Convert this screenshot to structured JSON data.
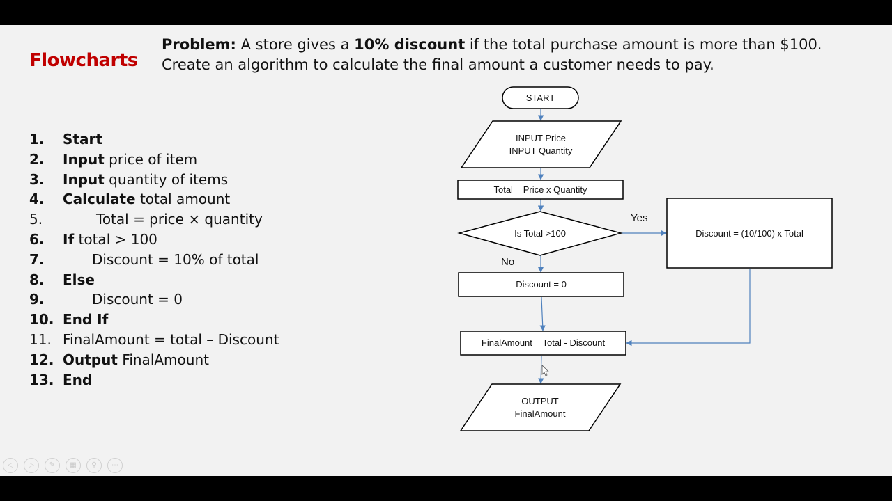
{
  "slide": {
    "title": "Flowcharts",
    "problem": {
      "label": "Problem:",
      "text_a": " A store gives a ",
      "highlight": "10% discount",
      "text_b": " if the total purchase amount is more than $100.",
      "line2": "Create an algorithm to calculate the final amount a customer needs to pay."
    },
    "steps": [
      {
        "num": "1.",
        "kw": "Start",
        "rest": ""
      },
      {
        "num": "2.",
        "kw": "Input",
        "rest": " price of item"
      },
      {
        "num": "3.",
        "kw": "Input",
        "rest": " quantity of items"
      },
      {
        "num": "4.",
        "kw": "Calculate",
        "rest": " total amount"
      },
      {
        "num": "5.",
        "kw": "",
        "rest": "Total = price × quantity"
      },
      {
        "num": "6.",
        "kw": "If",
        "rest": " total > 100"
      },
      {
        "num": "7.",
        "kw": "",
        "rest": "Discount = 10% of total"
      },
      {
        "num": "8.",
        "kw": "Else",
        "rest": ""
      },
      {
        "num": "9.",
        "kw": "",
        "rest": "Discount = 0"
      },
      {
        "num": "10.",
        "kw": "End If",
        "rest": ""
      },
      {
        "num": "11.",
        "kw": "",
        "rest": "FinalAmount = total – Discount"
      },
      {
        "num": "12.",
        "kw": "Output",
        "rest": " FinalAmount"
      },
      {
        "num": "13.",
        "kw": "End",
        "rest": ""
      }
    ]
  },
  "flowchart": {
    "start": "START",
    "input_line1": "INPUT Price",
    "input_line2": "INPUT Quantity",
    "calc": "Total = Price x Quantity",
    "decision": "Is Total >100",
    "yes_label": "Yes",
    "no_label": "No",
    "discount_yes": "Discount = (10/100) x Total",
    "discount_no": "Discount = 0",
    "final": "FinalAmount = Total - Discount",
    "output_line1": "OUTPUT",
    "output_line2": "FinalAmount"
  },
  "colors": {
    "title": "#c00000",
    "connector": "#4f81bd"
  },
  "controls": [
    {
      "icon": "previous-icon",
      "glyph": "◁"
    },
    {
      "icon": "next-icon",
      "glyph": "▷"
    },
    {
      "icon": "pen-icon",
      "glyph": "✎"
    },
    {
      "icon": "slides-icon",
      "glyph": "▦"
    },
    {
      "icon": "zoom-icon",
      "glyph": "⚲"
    },
    {
      "icon": "more-icon",
      "glyph": "⋯"
    }
  ]
}
